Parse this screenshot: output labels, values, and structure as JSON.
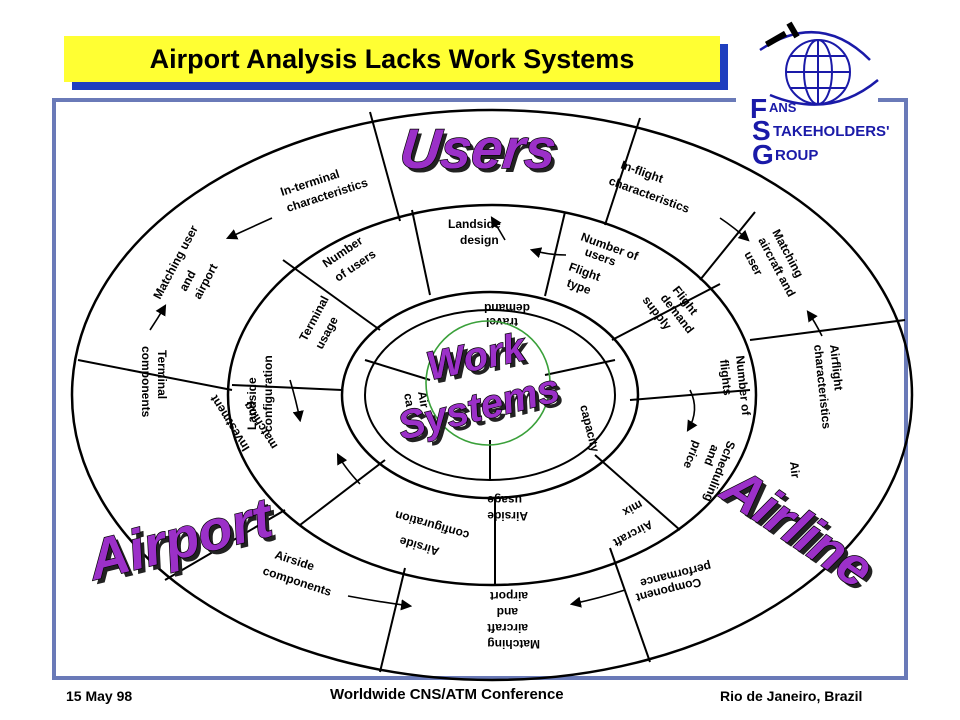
{
  "slide": {
    "title": "Airport Analysis Lacks Work Systems"
  },
  "logo": {
    "letter_f": "F",
    "letters_ans": "ANS",
    "letter_s": "S",
    "line2_rest": "TAKEHOLDERS'",
    "letter_g": "G",
    "line3_rest": "ROUP"
  },
  "overlay": {
    "users": "Users",
    "work": "Work",
    "systems": "Systems",
    "airport": "Airport",
    "airline": "Airline"
  },
  "outer_ring": {
    "in_terminal_1": "In-terminal",
    "in_terminal_2": "characteristics",
    "in_flight_1": "In-flight",
    "in_flight_2": "characteristics",
    "matching_aircraft_user_1": "Matching",
    "matching_aircraft_user_2": "aircraft and",
    "matching_aircraft_user_3": "user",
    "airflight_1": "Airflight",
    "airflight_2": "characteristics",
    "component_perf_1": "Component",
    "component_perf_2": "performance",
    "matching_aircraft_airport_1": "Matching",
    "matching_aircraft_airport_2": "aircraft",
    "matching_aircraft_airport_3": "and",
    "matching_aircraft_airport_4": "airport",
    "airside_components_1": "Airside",
    "airside_components_2": "components",
    "terminal_components_1": "Terminal",
    "terminal_components_2": "components",
    "matching_user_airport_1": "Matching user",
    "matching_user_airport_2": "and",
    "matching_user_airport_3": "airport",
    "airline_partial": "Air"
  },
  "middle_ring": {
    "landside_design_1": "Landside",
    "landside_design_2": "design",
    "number_users_1": "Number of",
    "number_users_2": "users",
    "flight_type_1": "Flight",
    "flight_type_2": "type",
    "flight_demand_1": "Flight",
    "flight_demand_2": "demand",
    "flight_demand_3": "supply",
    "number_flights_1": "Number of",
    "number_flights_2": "flights",
    "scheduling_1": "Scheduling",
    "scheduling_2": "and",
    "scheduling_3": "price",
    "aircraft_mix_1": "Aircraft",
    "aircraft_mix_2": "mix",
    "airside_usage_1": "Airside",
    "airside_usage_2": "usage",
    "airside_config_1": "Airside",
    "airside_config_2": "configuration",
    "investment_1": "Investment",
    "investment_2": "matching",
    "landside_config_1": "Landside",
    "landside_config_2": "configuration",
    "terminal_usage_1": "Terminal",
    "terminal_usage_2": "usage",
    "number_of_users_1": "Number",
    "number_of_users_2": "of users"
  },
  "inner_ring": {
    "travel_demand_1": "travel",
    "travel_demand_2": "demand",
    "airport_capacity_1": "Air",
    "airport_capacity_2": "ca",
    "capacity": "capacity"
  },
  "footer": {
    "date": "15 May 98",
    "conference": "Worldwide CNS/ATM Conference",
    "location": "Rio de Janeiro, Brazil"
  }
}
